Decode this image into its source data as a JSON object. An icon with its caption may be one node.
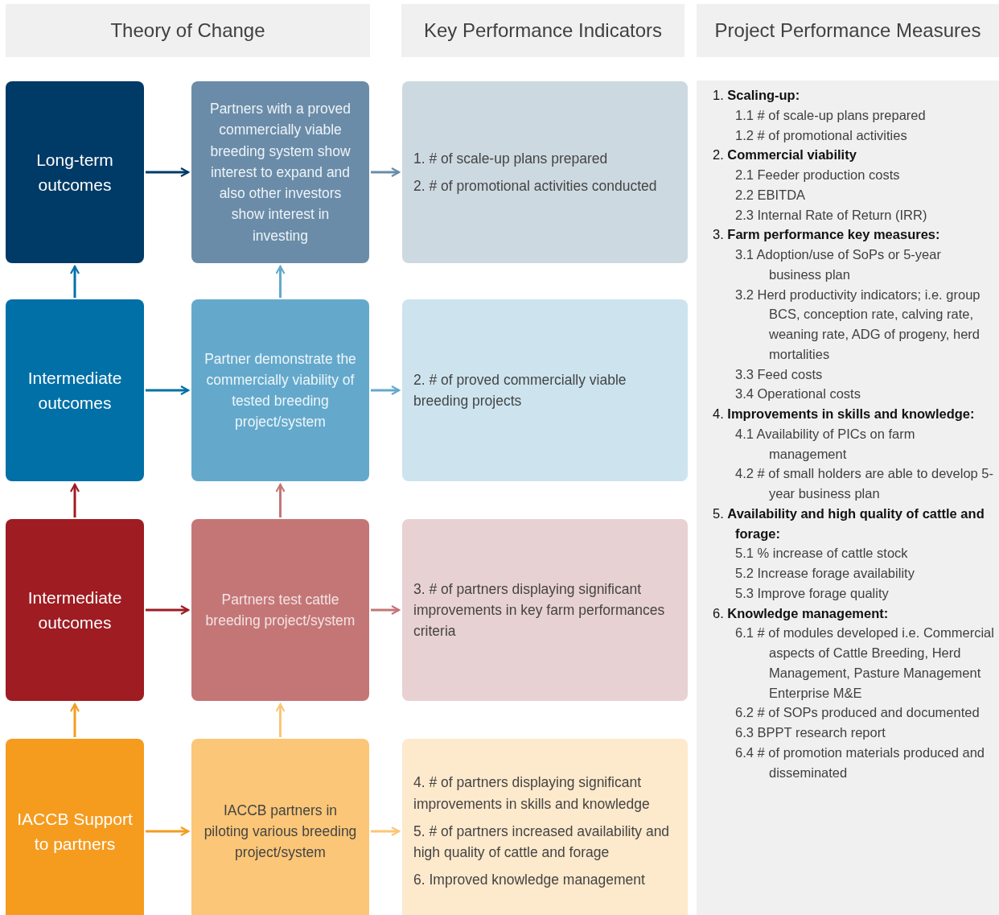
{
  "diagram": {
    "nodes": [
      {
        "text": [
          "Theory of Change"
        ]
      },
      {
        "text": [
          "Key Performance Indicators"
        ]
      },
      {
        "text": [
          "Project Performance Measures"
        ]
      },
      {
        "text": [
          "Long-term outcomes"
        ]
      },
      {
        "text": [
          "Partners with a proved commercially viable breeding system show interest to expand and also other investors show interest in investing"
        ]
      },
      {
        "text": [
          "1. # of scale-up plans prepared",
          "2. # of promotional activities conducted"
        ]
      },
      {
        "text": [
          "Intermediate outcomes"
        ]
      },
      {
        "text": [
          "Partner demonstrate the commercially viability of tested breeding project/system"
        ]
      },
      {
        "text": [
          "2. # of proved commercially viable breeding projects"
        ]
      },
      {
        "text": [
          "Intermediate outcomes"
        ]
      },
      {
        "text": [
          "Partners test cattle breeding project/system"
        ]
      },
      {
        "text": [
          "3. # of partners displaying significant improvements in key farm performances criteria"
        ]
      },
      {
        "text": [
          "IACCB Support to partners"
        ]
      },
      {
        "text": [
          "IACCB partners in piloting various breeding project/system"
        ]
      },
      {
        "text": [
          "4. # of partners displaying significant improvements in skills and knowledge",
          "5. # of partners increased availability and high quality of cattle and forage",
          "6. Improved knowledge management"
        ]
      },
      {
        "text": [
          "1. **Scaling-up:**",
          "1.1 # of scale-up plans prepared",
          "1.2 # of promotional activities",
          "2. **Commercial viability**",
          "2.1 Feeder production costs",
          "2.2 EBITDA",
          "2.3 Internal Rate of Return (IRR)",
          "3. **Farm performance key measures:**",
          "3.1 Adoption/use of SoPs or 5-year business plan",
          "3.2 Herd productivity indicators; i.e. group BCS, conception rate, calving rate, weaning rate, ADG of progeny, herd mortalities",
          "3.3 Feed costs",
          "3.4 Operational costs",
          "4. **Improvements in skills and knowledge:**",
          "4.1 Availability of PICs on farm management",
          "4.2 # of small holders are able to develop 5-year business plan",
          "5. **Availability and high quality of cattle and forage:**",
          "5.1 % increase of cattle stock",
          "5.2 Increase forage availability",
          "5.3 Improve forage quality",
          "6. **Knowledge management:**",
          "6.1 # of modules developed i.e. Commercial aspects of Cattle Breeding, Herd Management, Pasture Management Enterprise M&E",
          "6.2 # of SOPs produced and documented",
          "6.3 BPPT research report",
          "6.4 # of promotion materials produced and disseminated"
        ]
      }
    ],
    "edges": [
      {
        "from": 3,
        "to": 4,
        "arrow": "to",
        "color": "#003a66"
      },
      {
        "from": 4,
        "to": 5,
        "arrow": "to",
        "color": "#6a8ca8"
      },
      {
        "from": 6,
        "to": 3,
        "arrow": "to",
        "color": "#0070a7"
      },
      {
        "from": 7,
        "to": 4,
        "arrow": "to",
        "color": "#64a9cc"
      },
      {
        "from": 6,
        "to": 7,
        "arrow": "to",
        "color": "#0070a7"
      },
      {
        "from": 7,
        "to": 8,
        "arrow": "to",
        "color": "#64a9cc"
      },
      {
        "from": 9,
        "to": 6,
        "arrow": "to",
        "color": "#9e1c22"
      },
      {
        "from": 10,
        "to": 7,
        "arrow": "to",
        "color": "#c47677"
      },
      {
        "from": 9,
        "to": 10,
        "arrow": "to",
        "color": "#9e1c22"
      },
      {
        "from": 10,
        "to": 11,
        "arrow": "to",
        "color": "#c47677"
      },
      {
        "from": 12,
        "to": 9,
        "arrow": "to",
        "color": "#f59c1f"
      },
      {
        "from": 13,
        "to": 10,
        "arrow": "to",
        "color": "#fbc677"
      },
      {
        "from": 12,
        "to": 13,
        "arrow": "to",
        "color": "#f59c1f"
      },
      {
        "from": 13,
        "to": 14,
        "arrow": "to",
        "color": "#fbc677"
      }
    ]
  }
}
